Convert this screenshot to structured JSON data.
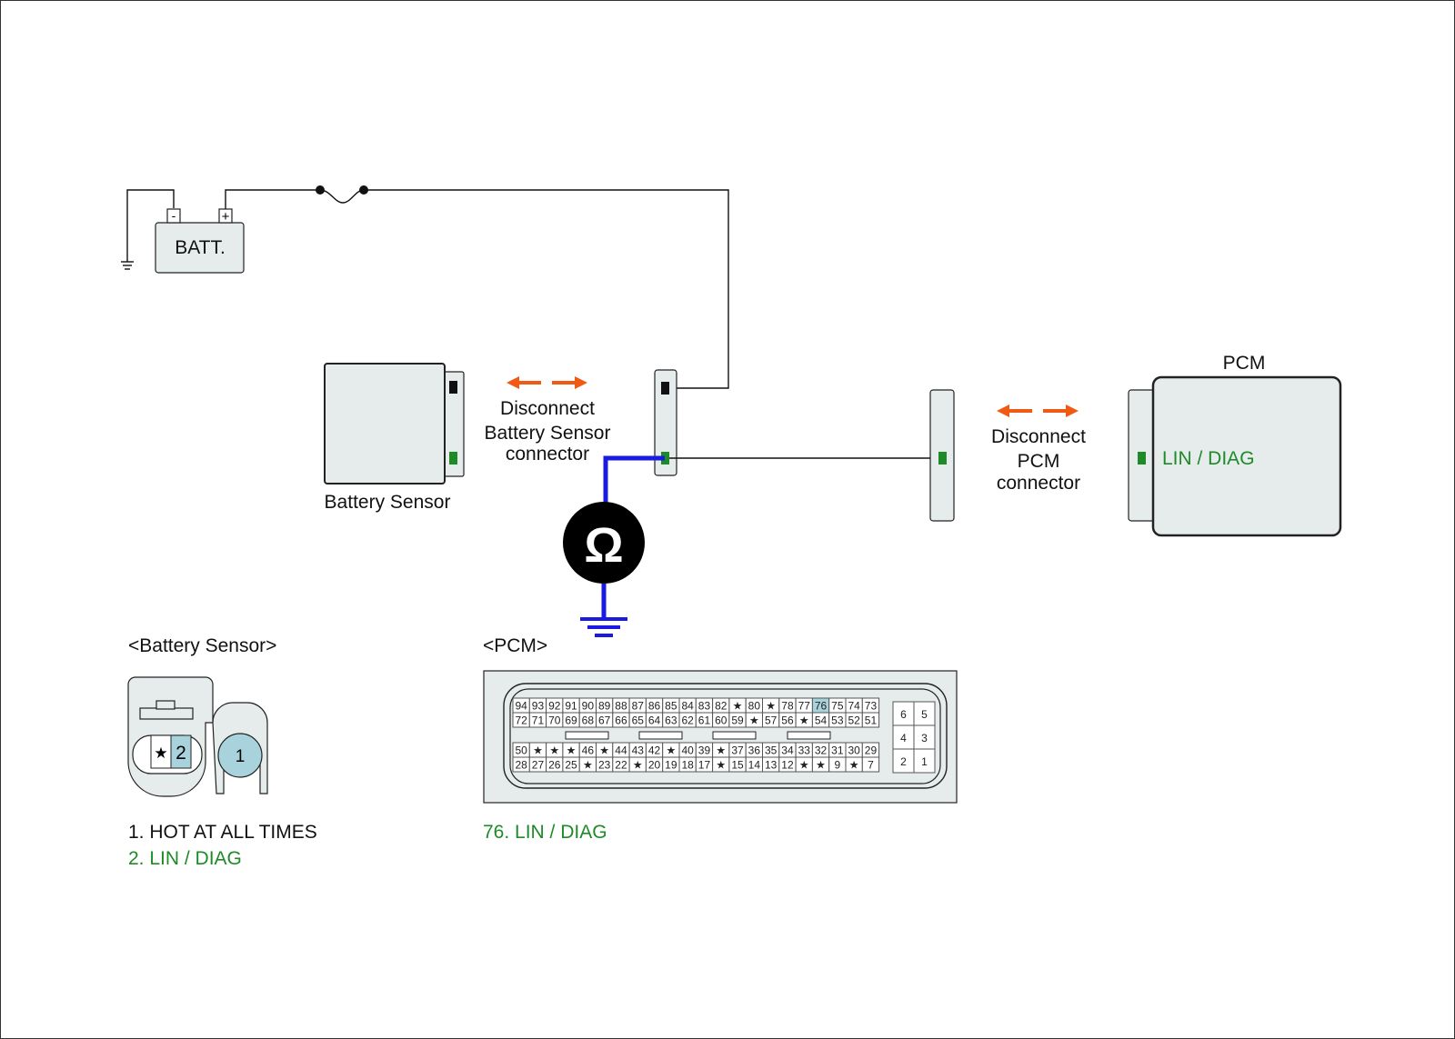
{
  "battery": {
    "label": "BATT.",
    "neg": "-",
    "pos": "+"
  },
  "battery_sensor": {
    "label": "Battery Sensor"
  },
  "disconnect_sensor": {
    "line1": "Disconnect",
    "line2": "Battery Sensor",
    "line3": "connector"
  },
  "disconnect_pcm": {
    "line1": "Disconnect",
    "line2": "PCM",
    "line3": "connector"
  },
  "pcm": {
    "title": "PCM",
    "pin_label": "LIN / DIAG"
  },
  "ohmmeter": {
    "symbol": "Ω"
  },
  "sensor_connector": {
    "title": "<Battery Sensor>",
    "pins": {
      "star": "★",
      "pin2": "2",
      "pin1": "1"
    },
    "legend": [
      "1. HOT AT ALL TIMES",
      "2. LIN / DIAG"
    ]
  },
  "pcm_connector": {
    "title": "<PCM>",
    "row1": [
      "94",
      "93",
      "92",
      "91",
      "90",
      "89",
      "88",
      "87",
      "86",
      "85",
      "84",
      "83",
      "82",
      "★",
      "80",
      "★",
      "78",
      "77",
      "76",
      "75",
      "74",
      "73"
    ],
    "row2": [
      "72",
      "71",
      "70",
      "69",
      "68",
      "67",
      "66",
      "65",
      "64",
      "63",
      "62",
      "61",
      "60",
      "59",
      "★",
      "57",
      "56",
      "★",
      "54",
      "53",
      "52",
      "51"
    ],
    "row3": [
      "50",
      "★",
      "★",
      "★",
      "46",
      "★",
      "44",
      "43",
      "42",
      "★",
      "40",
      "39",
      "★",
      "37",
      "36",
      "35",
      "34",
      "33",
      "32",
      "31",
      "30",
      "29"
    ],
    "row4": [
      "28",
      "27",
      "26",
      "25",
      "★",
      "23",
      "22",
      "★",
      "20",
      "19",
      "18",
      "17",
      "★",
      "15",
      "14",
      "13",
      "12",
      "★",
      "★",
      "9",
      "★",
      "7"
    ],
    "small_pins": [
      [
        "6",
        "5"
      ],
      [
        "4",
        "3"
      ],
      [
        "2",
        "1"
      ]
    ],
    "highlight": "76",
    "legend": "76. LIN / DIAG"
  },
  "colors": {
    "accent_green": "#1e8a28",
    "arrow_orange": "#f05a14",
    "test_wire_blue": "#1a1ae0",
    "pin_highlight": "#a9d3dc"
  }
}
